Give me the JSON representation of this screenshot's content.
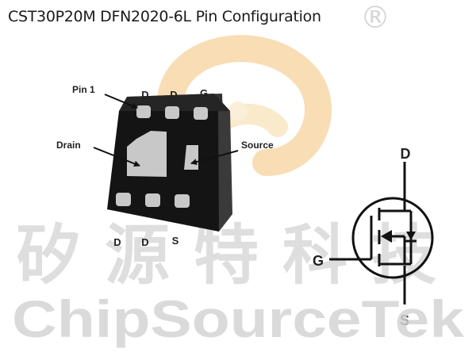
{
  "title": "CST30P20M DFN2020-6L Pin Configuration",
  "package": {
    "callouts": {
      "pin1": "Pin 1",
      "drain": "Drain",
      "source": "Source"
    },
    "top_pins": [
      "D",
      "D",
      "G"
    ],
    "bottom_pins": [
      "D",
      "D",
      "S"
    ]
  },
  "symbol": {
    "drain": "D",
    "gate": "G",
    "source": "S"
  },
  "watermark": {
    "registered": "®",
    "chinese": "矽源特科技",
    "english": "ChipSourceTek"
  },
  "colors": {
    "package_body": "#141414",
    "pad": "#c8c8c8",
    "watermark_logo_orange": "#f2a33a",
    "watermark_logo_yellow": "#f7d58a"
  }
}
